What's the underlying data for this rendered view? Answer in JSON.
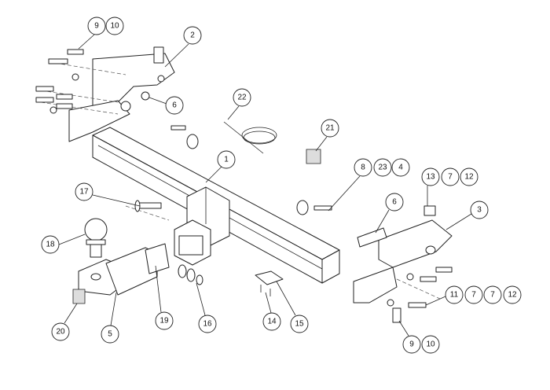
{
  "diagram": {
    "title": "Tow bar exploded assembly",
    "callouts": [
      "9",
      "10",
      "2",
      "6",
      "22",
      "21",
      "1",
      "8",
      "23",
      "4",
      "13",
      "7",
      "12",
      "6",
      "3",
      "17",
      "18",
      "19",
      "16",
      "14",
      "15",
      "20",
      "5",
      "11",
      "7",
      "7",
      "12",
      "9",
      "10"
    ]
  }
}
